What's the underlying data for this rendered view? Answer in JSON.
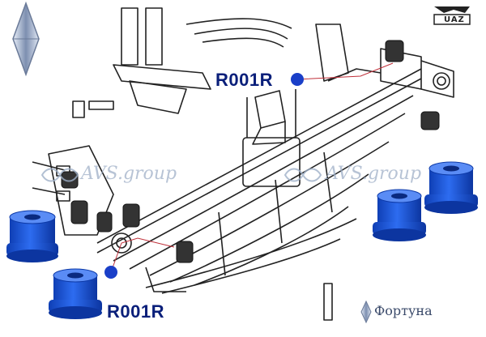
{
  "part_label_top": "R001R",
  "part_label_bottom": "R001R",
  "watermark_left": "AVS.group",
  "watermark_right": "AVS.group",
  "brand_text": "Фортуна",
  "maker_badge": "UAZ",
  "colors": {
    "bushing_blue": "#1f5fe0",
    "bushing_dark": "#0d3aa8",
    "marker_dot": "#1a3fc8",
    "leader_line": "#c0303a",
    "label_text": "#0a1f7a"
  }
}
